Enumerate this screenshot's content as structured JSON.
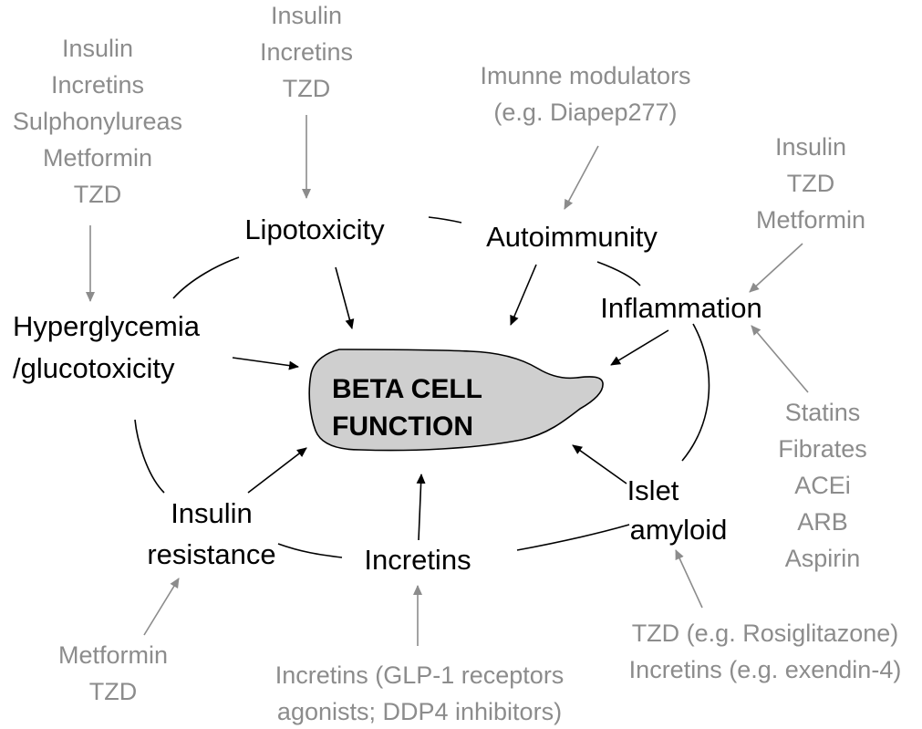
{
  "center": {
    "line1": "BETA CELL",
    "line2": "FUNCTION",
    "fill": "#cfcfcf"
  },
  "colors": {
    "node_text": "#000000",
    "drug_text": "#8c8c8c"
  },
  "nodes": {
    "lipotoxicity": "Lipotoxicity",
    "autoimmunity": "Autoimmunity",
    "inflammation": "Inflammation",
    "hyperglycemia": [
      "Hyperglycemia",
      "/glucotoxicity"
    ],
    "insulin_resistance": [
      "Insulin",
      "resistance"
    ],
    "incretins": "Incretins",
    "islet_amyloid": [
      "Islet",
      "amyloid"
    ]
  },
  "drugs": {
    "hyperglycemia": [
      "Insulin",
      "Incretins",
      "Sulphonylureas",
      "Metformin",
      "TZD"
    ],
    "lipotoxicity": [
      "Insulin",
      "Incretins",
      "TZD"
    ],
    "autoimmunity": [
      "Imunne modulators",
      "(e.g. Diapep277)"
    ],
    "inflammation_top": [
      "Insulin",
      "TZD",
      "Metformin"
    ],
    "inflammation_bottom": [
      "Statins",
      "Fibrates",
      "ACEi",
      "ARB",
      "Aspirin"
    ],
    "islet_amyloid": [
      "TZD (e.g. Rosiglitazone)",
      "Incretins (e.g. exendin-4)"
    ],
    "incretins": [
      "Incretins (GLP-1 receptors",
      "agonists; DDP4 inhibitors)"
    ],
    "insulin_resistance": [
      "Metformin",
      "TZD"
    ]
  }
}
